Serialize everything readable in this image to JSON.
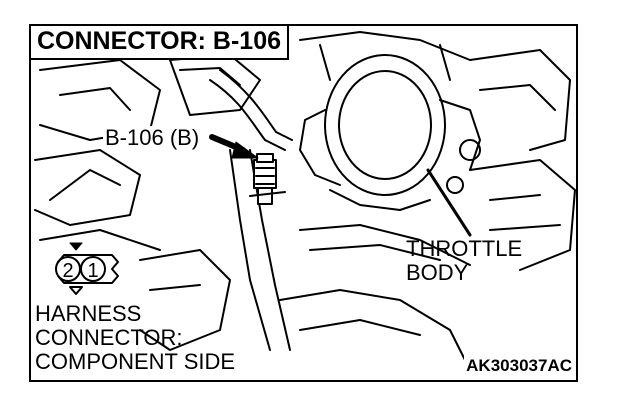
{
  "title": "CONNECTOR: B-106",
  "callout_connector": "B-106 (B)",
  "throttle_label": [
    "THROTTLE",
    "BODY"
  ],
  "harness_label": [
    "HARNESS",
    "CONNECTOR:",
    "COMPONENT SIDE"
  ],
  "pin_numbers": [
    "2",
    "1"
  ],
  "reference_code": "AK303037AC",
  "colors": {
    "ink": "#000000",
    "paper": "#ffffff"
  }
}
